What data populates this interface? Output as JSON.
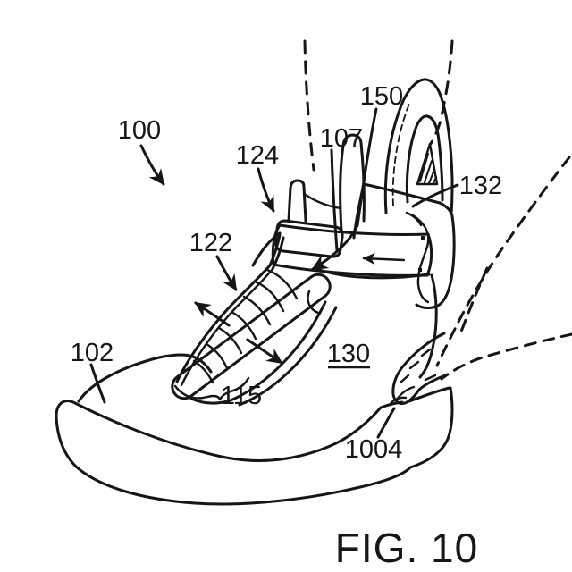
{
  "figure": {
    "caption": "FIG. 10",
    "background_color": "#ffffff",
    "line_color": "#161616",
    "labels": {
      "n100": "100",
      "n102": "102",
      "n107": "107",
      "n115": "115",
      "n122": "122",
      "n124": "124",
      "n130": "130",
      "n132": "132",
      "n150": "150",
      "n1004": "1004"
    }
  }
}
